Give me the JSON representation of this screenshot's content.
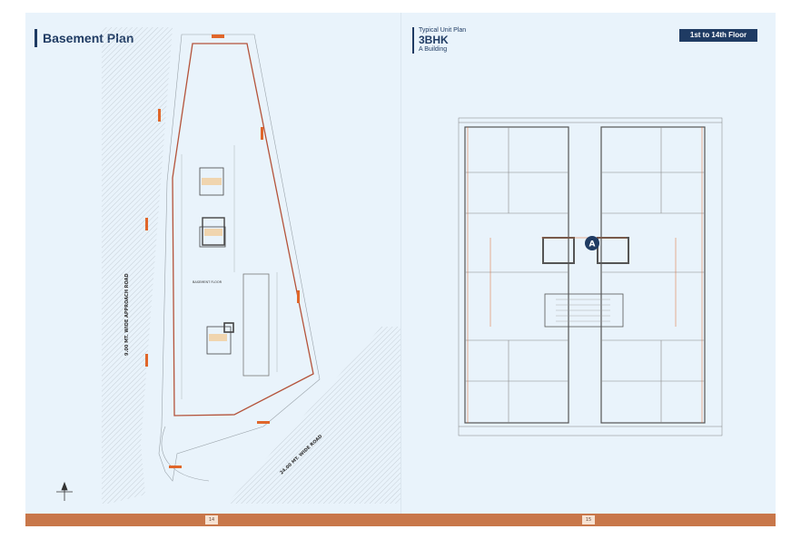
{
  "left_page": {
    "title": "Basement Plan",
    "page_number": "14",
    "plan_labels": {
      "basement_floor": "BASEMENT FLOOR",
      "approach_road": "9.00 MT. WIDE APPROACH ROAD",
      "wide_road": "24.00 MT. WIDE ROAD"
    }
  },
  "right_page": {
    "subtitle": "Typical Unit Plan",
    "unit_type": "3BHK",
    "building": "A Building",
    "floor_badge": "1st to 14th Floor",
    "unit_marker": "A",
    "page_number": "15"
  },
  "colors": {
    "background": "#e9f3fb",
    "heading": "#1f3b63",
    "footer": "#c8774a",
    "dimension": "#e0662a",
    "marker": "#1f3b63"
  }
}
